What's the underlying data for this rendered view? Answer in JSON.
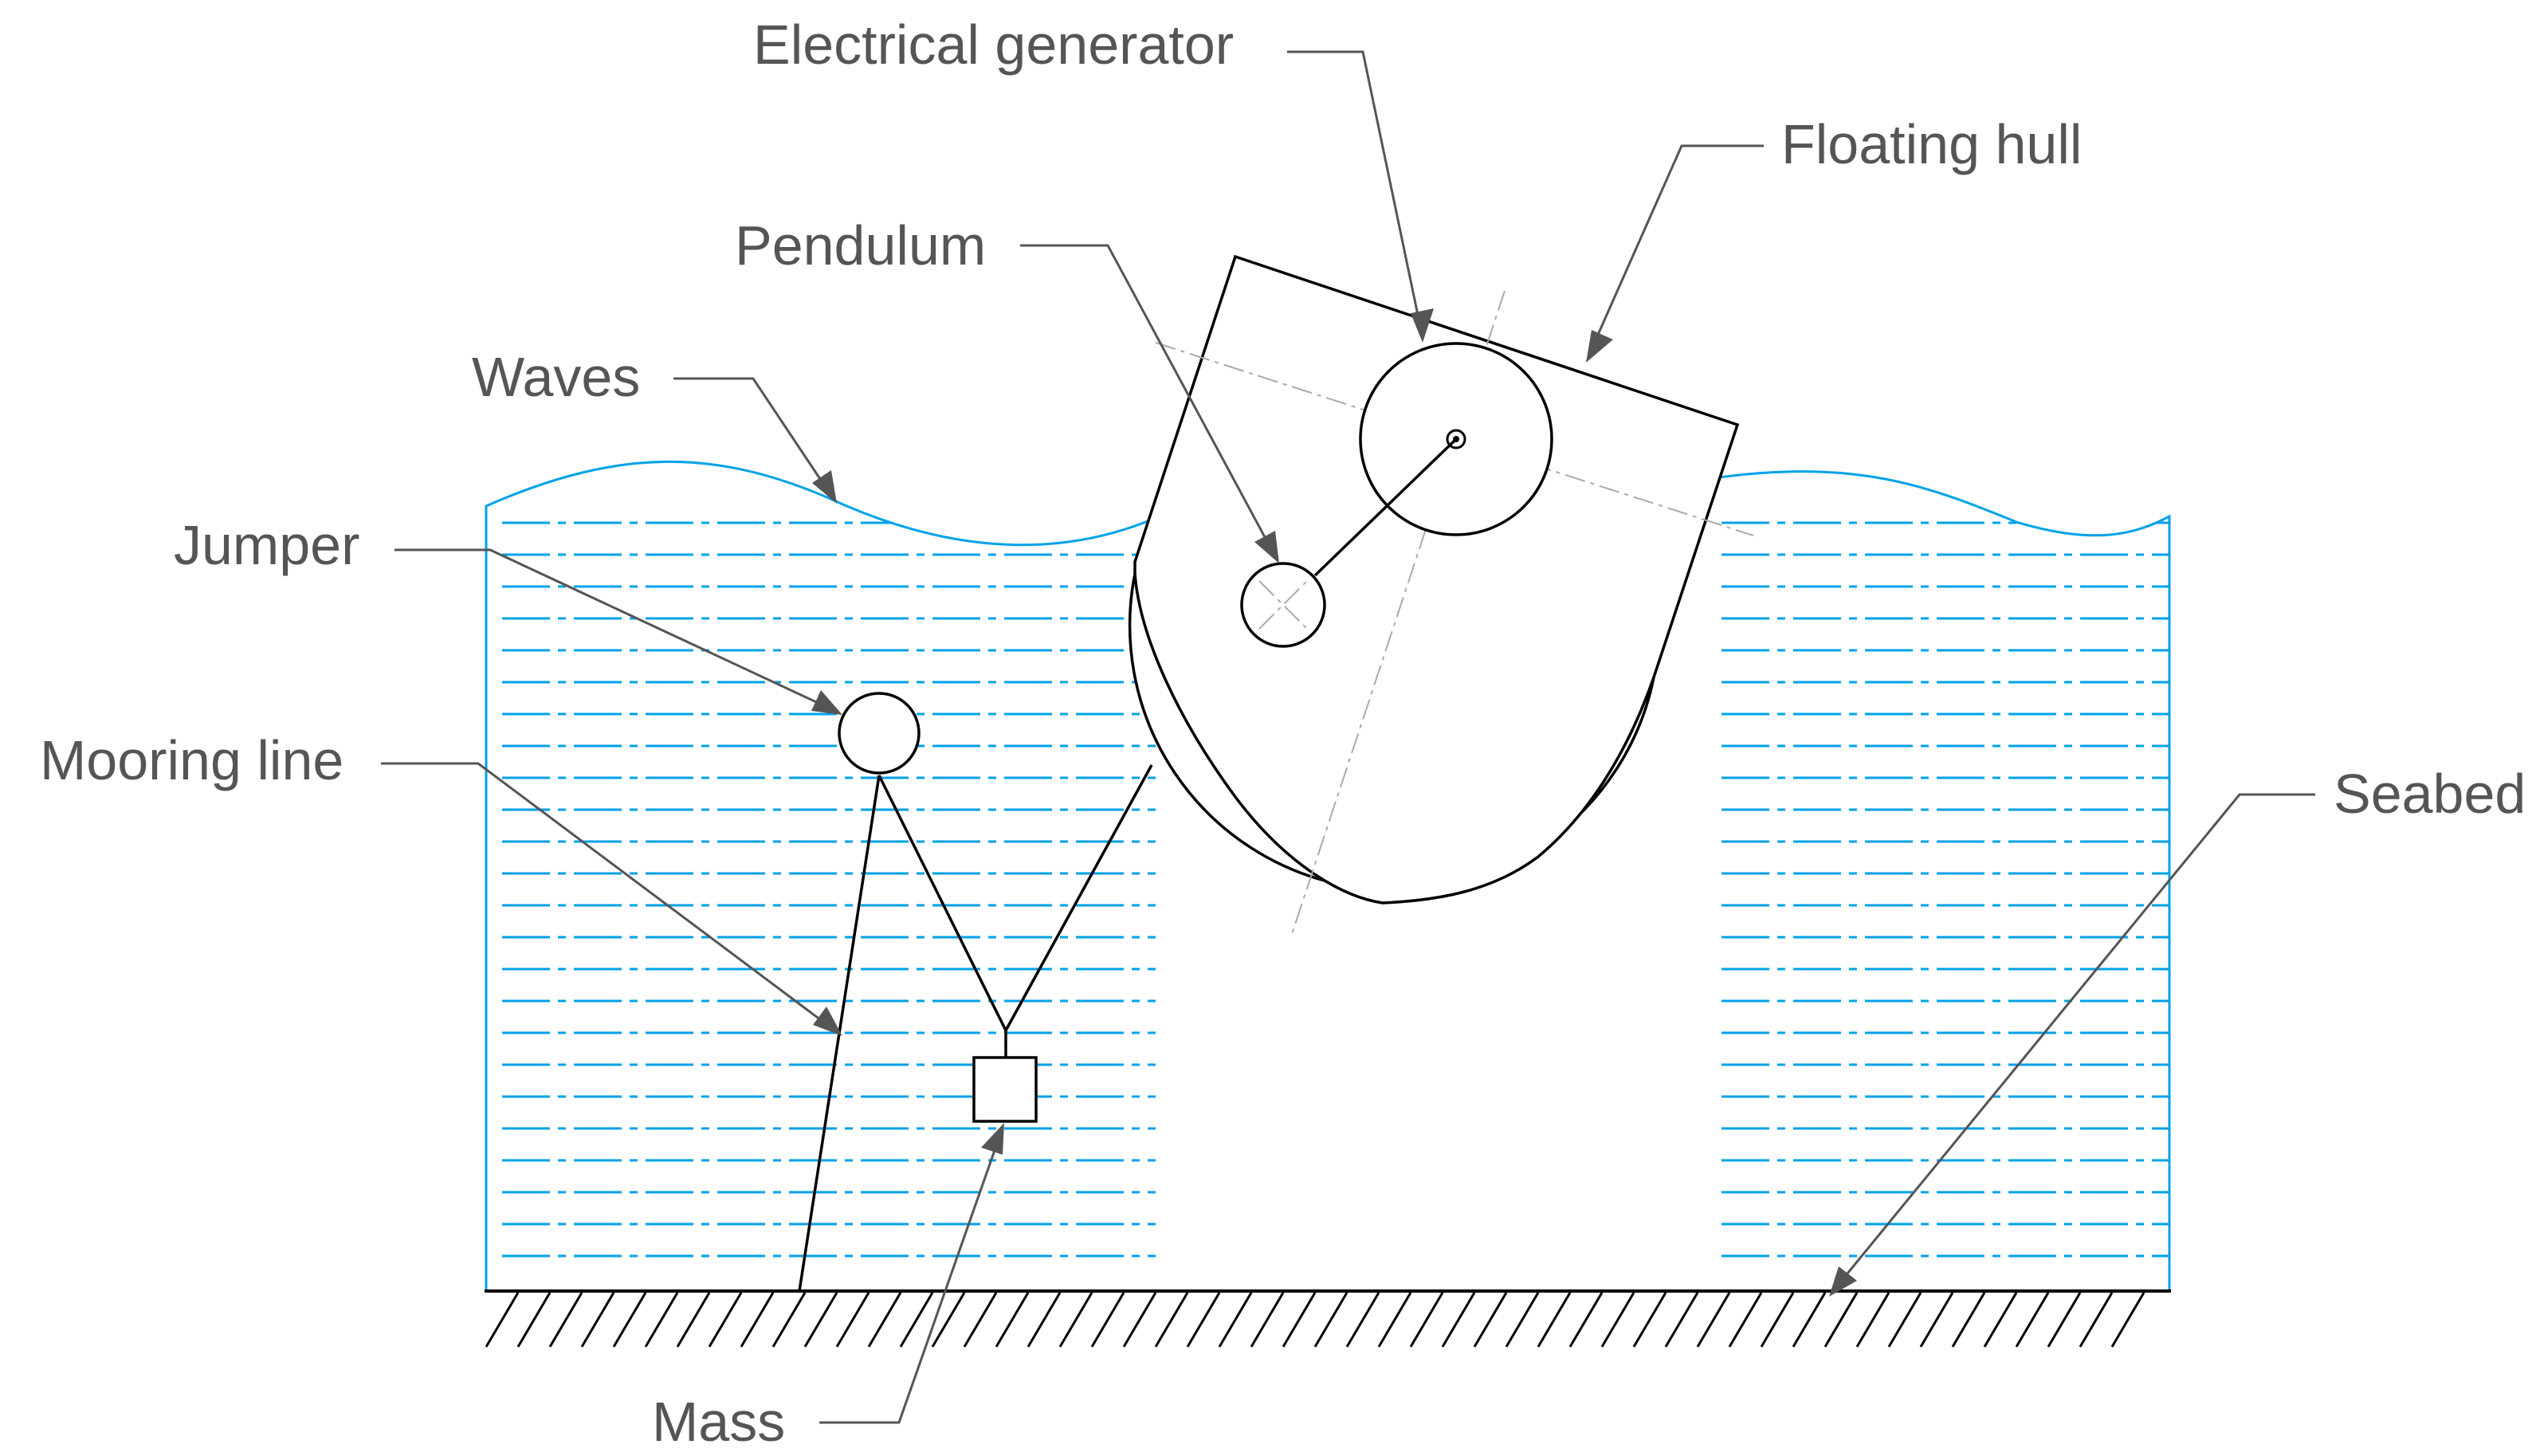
{
  "figure": {
    "labels": {
      "electrical_generator": "Electrical generator",
      "floating_hull": "Floating hull",
      "pendulum": "Pendulum",
      "waves": "Waves",
      "jumper": "Jumper",
      "mooring_line": "Mooring line",
      "seabed": "Seabed",
      "mass": "Mass"
    },
    "colors": {
      "water": "#00a2e8",
      "label_text": "#555555",
      "outline": "#000000",
      "centerline": "#aaaaaa"
    }
  }
}
